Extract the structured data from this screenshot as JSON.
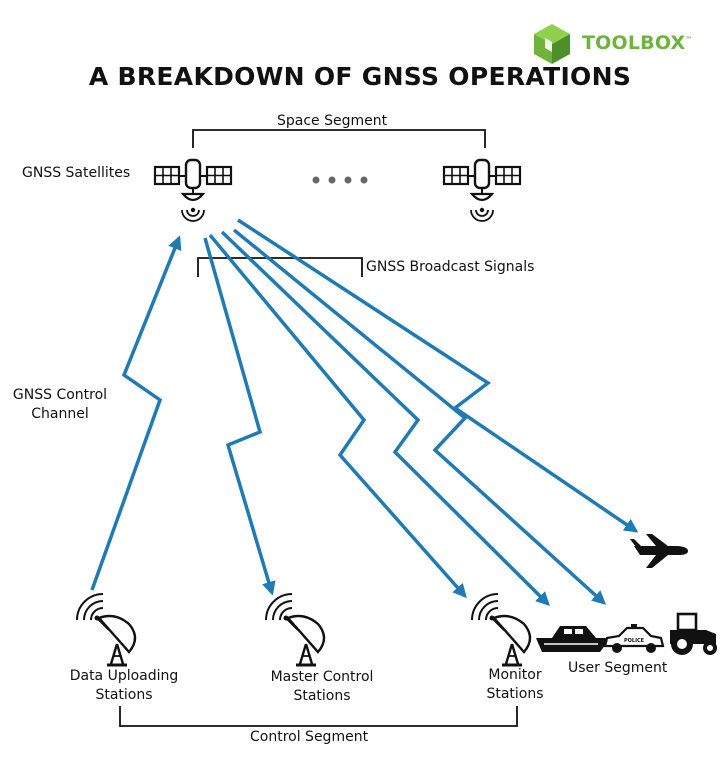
{
  "brand": {
    "name": "TOOLBOX",
    "tm": "™",
    "color": "#6fb33d"
  },
  "title": "A BREAKDOWN OF GNSS OPERATIONS",
  "labels": {
    "space_segment": "Space Segment",
    "gnss_satellites": "GNSS Satellites",
    "broadcast_signals": "GNSS Broadcast Signals",
    "control_channel_line1": "GNSS Control",
    "control_channel_line2": "Channel",
    "data_uploading_line1": "Data Uploading",
    "data_uploading_line2": "Stations",
    "master_control_line1": "Master Control",
    "master_control_line2": "Stations",
    "monitor_line1": "Monitor",
    "monitor_line2": "Stations",
    "user_segment": "User Segment",
    "control_segment": "Control Segment",
    "police": "POLICE"
  },
  "colors": {
    "signal": "#1f7ab5",
    "icon": "#111111",
    "bracket": "#111111"
  },
  "icons": [
    "satellite-icon",
    "satellite-icon",
    "satellite-dish-icon",
    "satellite-dish-icon",
    "satellite-dish-icon",
    "airplane-icon",
    "boat-icon",
    "police-car-icon",
    "tractor-icon"
  ]
}
